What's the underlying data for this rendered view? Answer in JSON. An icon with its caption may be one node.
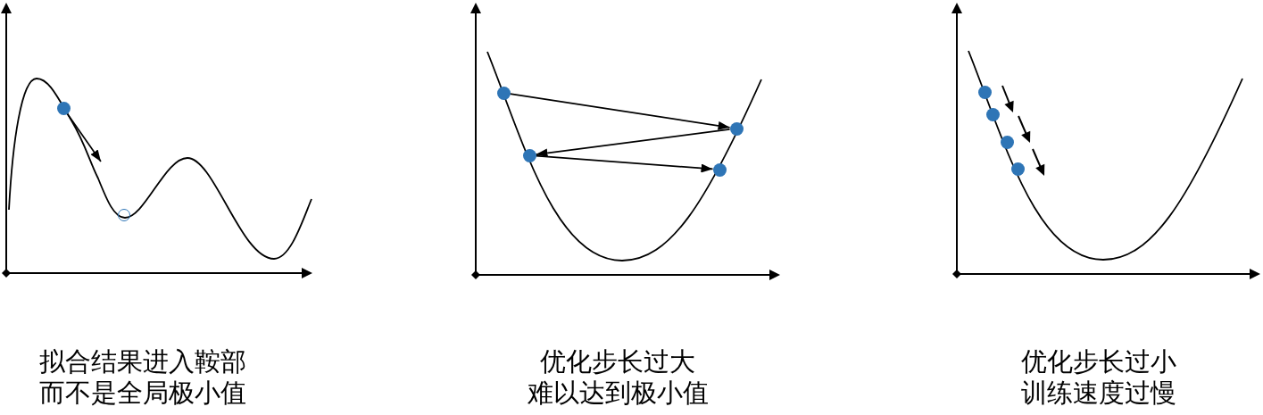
{
  "diagram": {
    "nodes": [
      {
        "text": [],
        "shape": "circle"
      },
      {
        "text": [],
        "shape": "circle"
      },
      {
        "text": [],
        "shape": "circle"
      },
      {
        "text": [],
        "shape": "circle"
      },
      {
        "text": [],
        "shape": "circle"
      },
      {
        "text": [],
        "shape": "circle"
      },
      {
        "text": [],
        "shape": "circle"
      },
      {
        "text": [],
        "shape": "circle"
      },
      {
        "text": [],
        "shape": "circle"
      },
      {
        "text": [],
        "shape": "circle"
      }
    ],
    "edges": [
      {
        "from": 0,
        "to": null,
        "arrow": "to"
      },
      {
        "from": 2,
        "to": 3,
        "arrow": "to"
      },
      {
        "from": 3,
        "to": 4,
        "arrow": "to"
      },
      {
        "from": 4,
        "to": 5,
        "arrow": "to"
      }
    ],
    "labels": [
      "拟合结果进入鞍部而不是全局极小值",
      "优化步长过大难以达到极小值",
      "优化步长过小训练速度过慢"
    ]
  }
}
